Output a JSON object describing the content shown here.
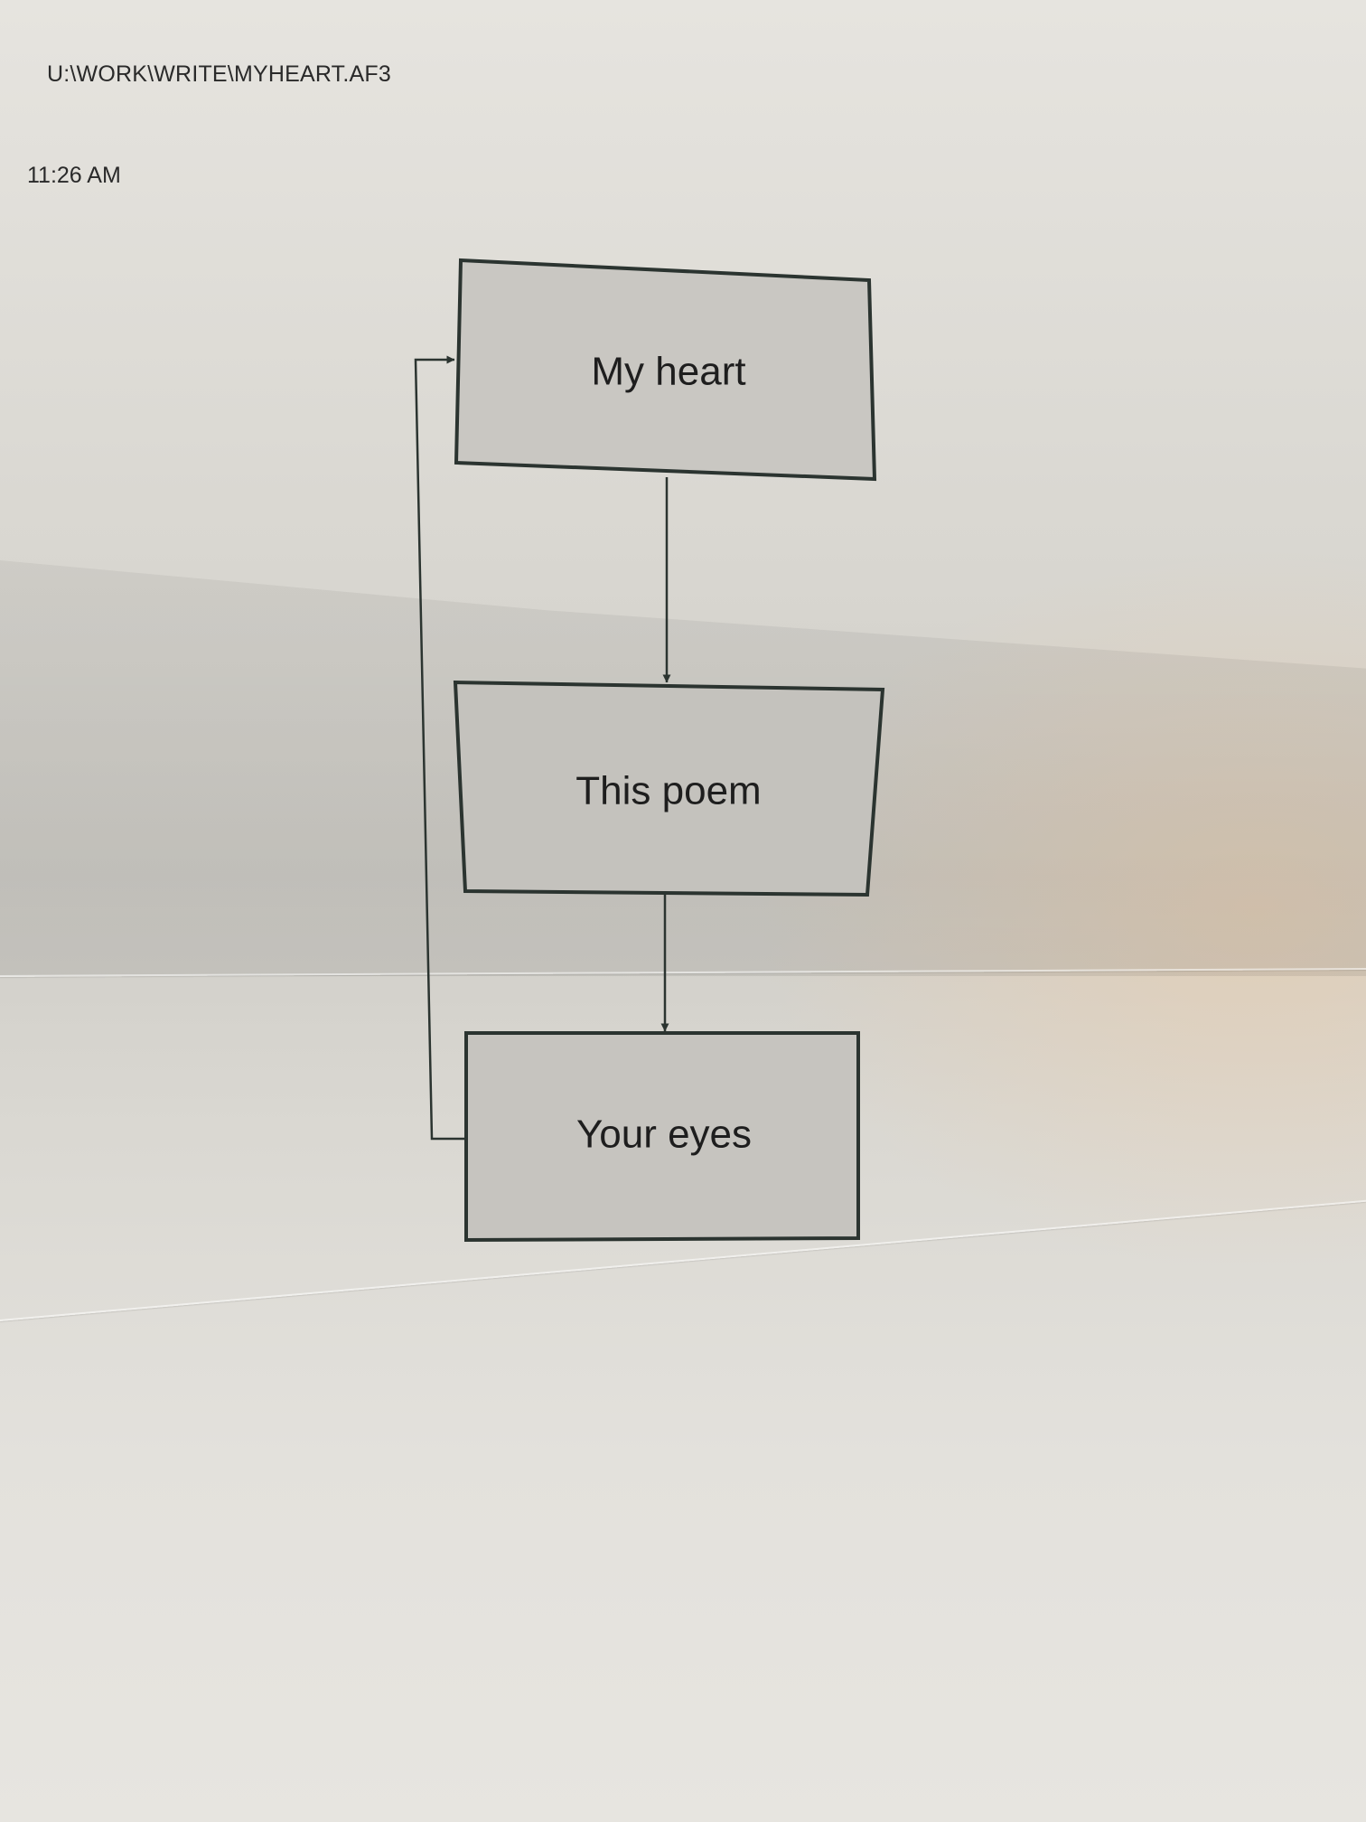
{
  "document": {
    "file_path": "U:\\WORK\\WRITE\\MYHEART.AF3",
    "time": "11:26 AM"
  },
  "diagram": {
    "nodes": [
      {
        "id": "my-heart",
        "label": "My heart"
      },
      {
        "id": "this-poem",
        "label": "This poem"
      },
      {
        "id": "your-eyes",
        "label": "Your eyes"
      }
    ],
    "edges": [
      {
        "from": "my-heart",
        "to": "this-poem"
      },
      {
        "from": "this-poem",
        "to": "your-eyes"
      },
      {
        "from": "your-eyes",
        "to": "my-heart"
      }
    ]
  },
  "colors": {
    "box_fill": "#c9c7c2",
    "stroke": "#2b3430"
  }
}
